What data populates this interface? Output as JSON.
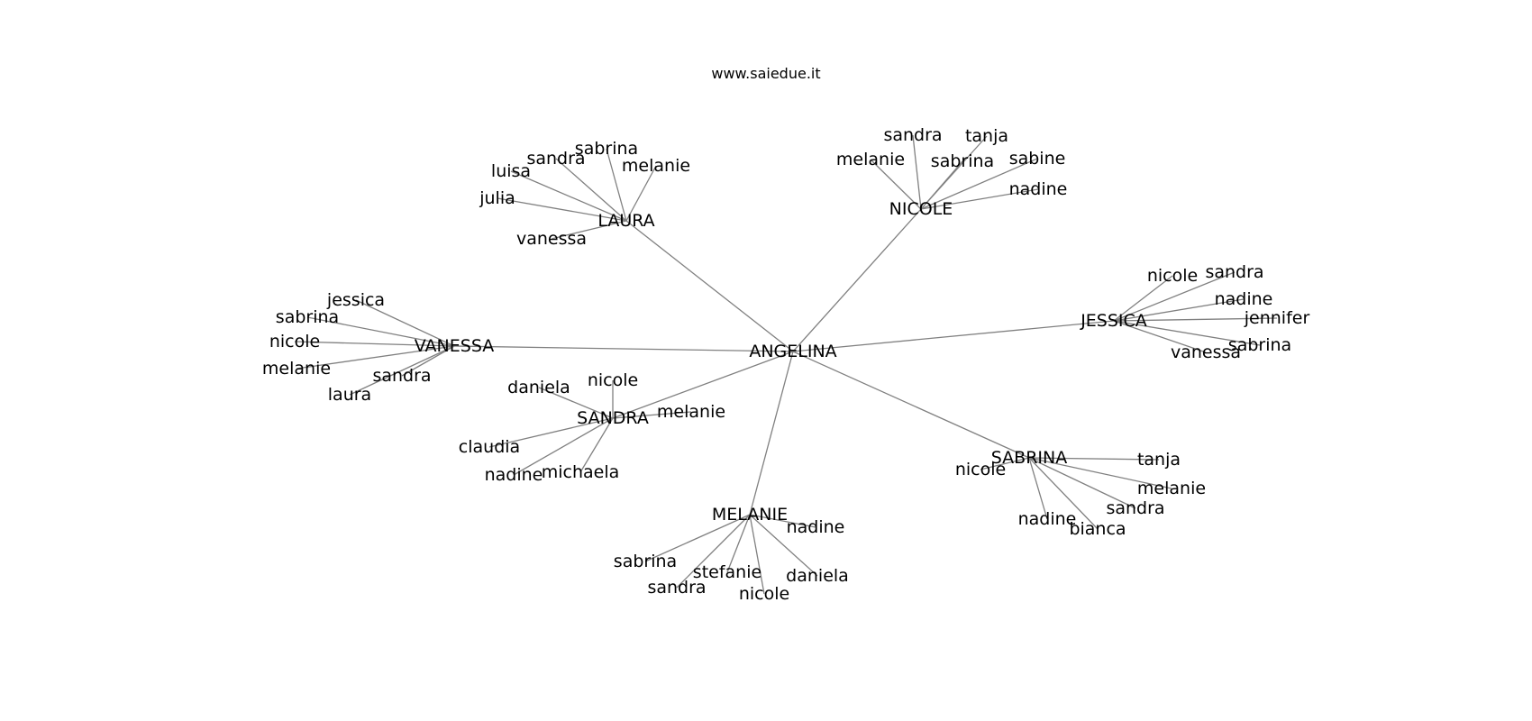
{
  "title": "www.saiedue.it",
  "center": "ANGELINA",
  "hubs": [
    {
      "name": "LAURA",
      "leaves": [
        "sabrina",
        "sandra",
        "luisa",
        "melanie",
        "julia",
        "vanessa"
      ]
    },
    {
      "name": "NICOLE",
      "leaves": [
        "sandra",
        "tanja",
        "melanie",
        "sabrina",
        "sabine",
        "nadine"
      ]
    },
    {
      "name": "JESSICA",
      "leaves": [
        "nicole",
        "sandra",
        "nadine",
        "jennifer",
        "sabrina",
        "vanessa"
      ]
    },
    {
      "name": "VANESSA",
      "leaves": [
        "jessica",
        "sabrina",
        "nicole",
        "melanie",
        "sandra",
        "laura"
      ]
    },
    {
      "name": "SANDRA",
      "leaves": [
        "daniela",
        "nicole",
        "melanie",
        "claudia",
        "nadine",
        "michaela"
      ]
    },
    {
      "name": "SABRINA",
      "leaves": [
        "nicole",
        "tanja",
        "melanie",
        "sandra",
        "nadine",
        "bianca"
      ]
    },
    {
      "name": "MELANIE",
      "leaves": [
        "nadine",
        "sabrina",
        "stefanie",
        "daniela",
        "sandra",
        "nicole"
      ]
    }
  ]
}
